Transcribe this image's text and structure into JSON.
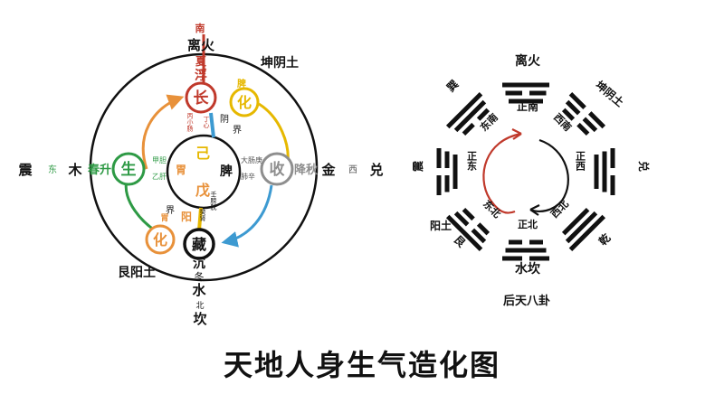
{
  "title": "天地人身生气造化图",
  "left": {
    "top_south": "南",
    "top_fire": "离火",
    "top_summer": "夏",
    "top_float": "浮",
    "kun": "坤阴土",
    "zhen": "震",
    "dong": "东",
    "mu": "木",
    "chun_sheng": "春升",
    "jin": "金",
    "xi": "西",
    "dui": "兑",
    "gen": "艮阳土",
    "shui": "水",
    "bei": "北",
    "kan": "坎",
    "chen": "沉",
    "dong_winter": "冬",
    "chang": "长",
    "hua_top": "化",
    "pi_yellow": "脾",
    "sheng": "生",
    "shou": "收",
    "jiang_qiu": "降秋",
    "hua_bottom": "化",
    "wei_bottom": "胃",
    "cang": "藏",
    "ji": "己",
    "wu": "戊",
    "wei_inner": "胃",
    "pi_inner": "脾",
    "jie_yin": "阴",
    "jie_yin2": "界",
    "jie_yang": "界",
    "jie_yang2": "阳",
    "xiao_chang": "丙小肠",
    "xin": "丁心",
    "dan": "甲胆",
    "gan": "乙肝",
    "da_chang": "大肠庚",
    "fei": "肺辛",
    "pang_guang": "壬膀胱",
    "shen": "癸肾"
  },
  "right": {
    "caption": "后天八卦",
    "li": "离火",
    "kun": "坤阴土",
    "dui": "兑",
    "qian": "乾",
    "kan": "水坎",
    "gen_yang": "阳土",
    "gen": "艮",
    "zhen": "震",
    "xun": "巽",
    "zheng_nan": "正南",
    "dong_nan": "东南",
    "xi_nan": "西南",
    "zheng_xi": "正西",
    "xi_bei": "西北",
    "zheng_bei": "正北",
    "dong_bei": "东北",
    "zheng_dong": "正东"
  },
  "colors": {
    "red": "#c0392b",
    "yellow": "#e6b800",
    "green": "#2e9a45",
    "gray": "#8e8e8e",
    "orange": "#e8913a",
    "blue": "#3d9ad1",
    "black": "#111111"
  }
}
